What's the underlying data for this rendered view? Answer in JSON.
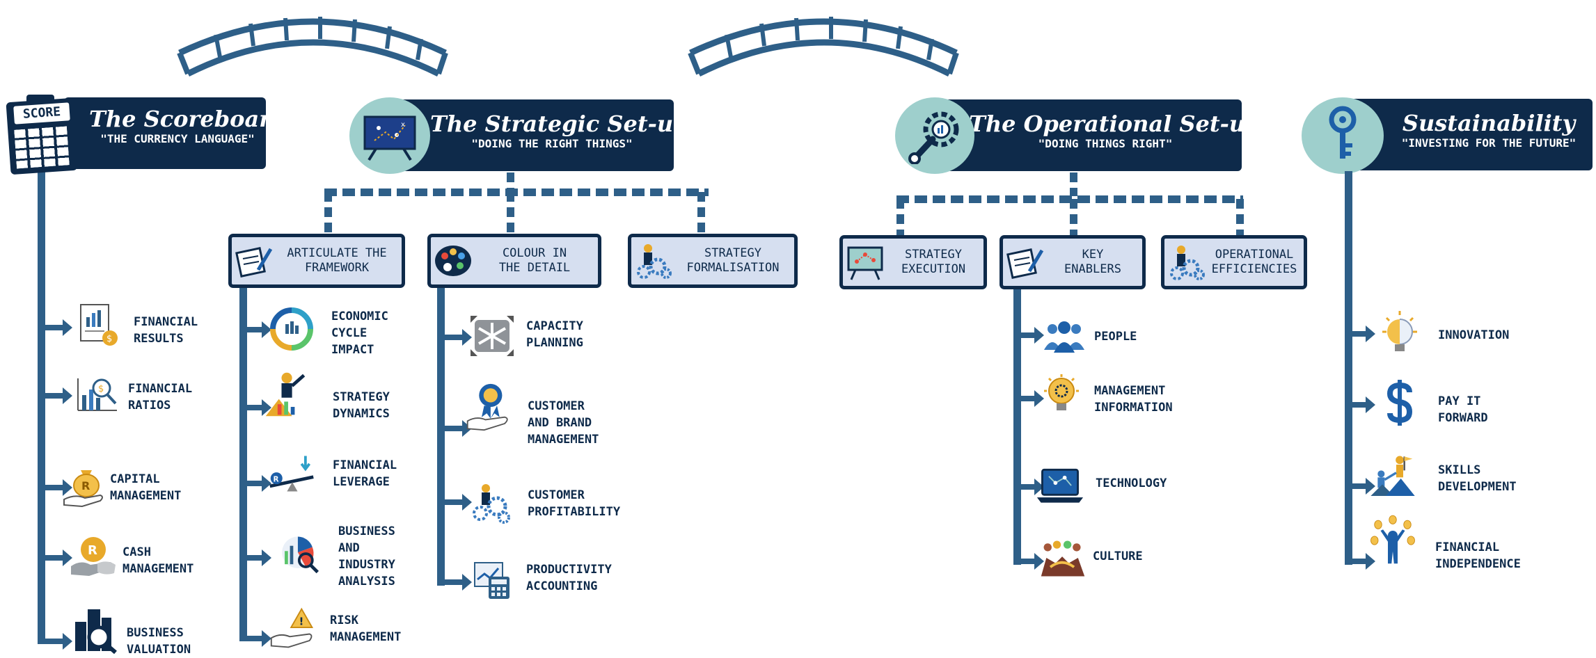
{
  "sections": {
    "scoreboard": {
      "title": "The Scoreboard",
      "subtitle": "\"THE CURRENCY LANGUAGE\"",
      "icon_text": "SCORE"
    },
    "strategic": {
      "title": "The Strategic Set-up",
      "subtitle": "\"DOING THE RIGHT THINGS\""
    },
    "operational": {
      "title": "The Operational Set-up",
      "subtitle": "\"DOING THINGS RIGHT\""
    },
    "sustainability": {
      "title": "Sustainability",
      "subtitle": "\"INVESTING FOR THE FUTURE\""
    }
  },
  "cards": {
    "articulate": "ARTICULATE THE\nFRAMEWORK",
    "colour": "COLOUR IN\nTHE DETAIL",
    "formalisation": "STRATEGY\nFORMALISATION",
    "execution": "STRATEGY\nEXECUTION",
    "enablers": "KEY\nENABLERS",
    "efficiencies": "OPERATIONAL\nEFFICIENCIES"
  },
  "items": {
    "scoreboard": [
      "FINANCIAL\nRESULTS",
      "FINANCIAL\nRATIOS",
      "CAPITAL\nMANAGEMENT",
      "CASH\nMANAGEMENT",
      "BUSINESS\nVALUATION"
    ],
    "articulate": [
      "ECONOMIC\nCYCLE\nIMPACT",
      "STRATEGY\nDYNAMICS",
      "FINANCIAL\nLEVERAGE",
      "BUSINESS\nAND\nINDUSTRY\nANALYSIS",
      "RISK\nMANAGEMENT"
    ],
    "colour": [
      "CAPACITY\nPLANNING",
      "CUSTOMER\nAND BRAND\nMANAGEMENT",
      "CUSTOMER\nPROFITABILITY",
      "PRODUCTIVITY\nACCOUNTING"
    ],
    "enablers": [
      "PEOPLE",
      "MANAGEMENT\nINFORMATION",
      "TECHNOLOGY",
      "CULTURE"
    ],
    "sustainability": [
      "INNOVATION",
      "PAY IT\nFORWARD",
      "SKILLS\nDEVELOPMENT",
      "FINANCIAL\nINDEPENDENCE"
    ]
  },
  "colors": {
    "navy": "#0e2a4a",
    "line": "#2e5f88",
    "teal": "#9ecfcc",
    "card": "#d6dff0",
    "gold": "#e8a92a"
  }
}
